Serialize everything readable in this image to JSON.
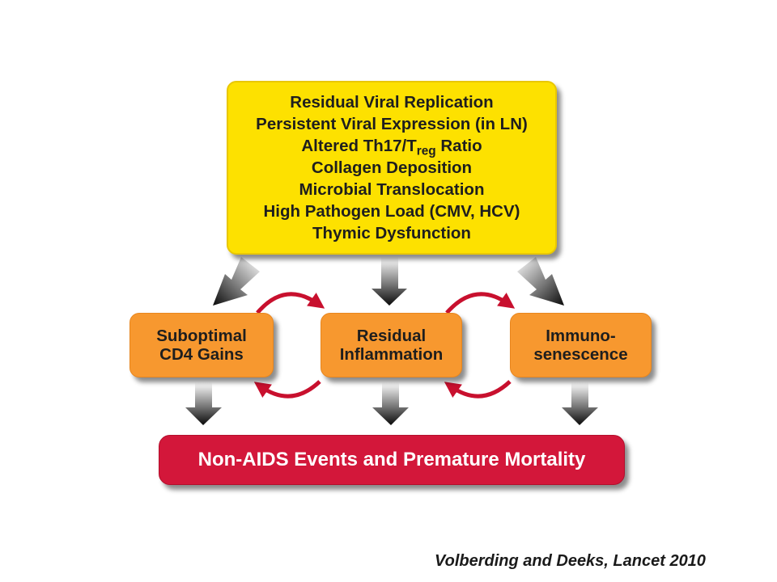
{
  "top_box": {
    "lines": [
      "Residual Viral Replication",
      "Persistent Viral Expression (in LN)",
      "Altered Th17/T",
      "reg",
      " Ratio",
      "Collagen Deposition",
      "Microbial Translocation",
      "High Pathogen Load (CMV, HCV)",
      "Thymic Dysfunction"
    ]
  },
  "middle_boxes": {
    "cd4": {
      "line1": "Suboptimal",
      "line2": "CD4 Gains"
    },
    "inflammation": {
      "line1": "Residual",
      "line2": "Inflammation"
    },
    "immuno": {
      "line1": "Immuno-",
      "line2": "senescence"
    }
  },
  "bottom_box": {
    "label": "Non-AIDS Events and Premature Mortality"
  },
  "citation": "Volberding and Deeks,  Lancet 2010",
  "colors": {
    "top_box": "#fde100",
    "middle_boxes": "#f7982f",
    "bottom_box": "#d3173a",
    "cycle_arrows": "#c8102e"
  }
}
